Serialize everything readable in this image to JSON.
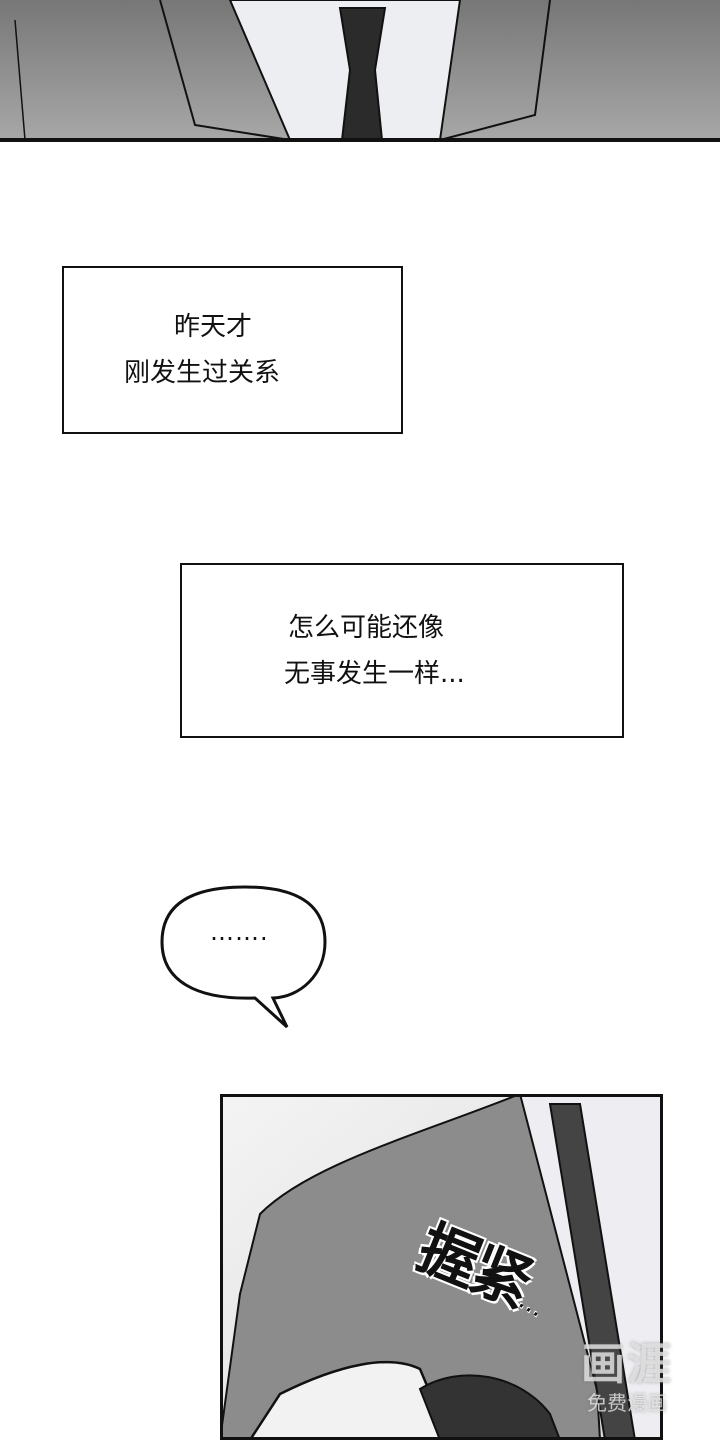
{
  "captions": [
    {
      "lines": [
        "昨天才",
        "刚发生过关系"
      ]
    },
    {
      "lines": [
        "怎么可能还像",
        "无事发生一样..."
      ]
    }
  ],
  "speech_bubble": {
    "text": "……."
  },
  "sfx": {
    "text": "握紧",
    "dots": "..."
  },
  "watermark": {
    "logo": "画涯",
    "subtitle": "免费漫画"
  },
  "colors": {
    "panel_border": "#111111",
    "suit_gray": "#8a8a8a",
    "tie": "#2b2b2b",
    "shirt": "#eeeef2"
  }
}
